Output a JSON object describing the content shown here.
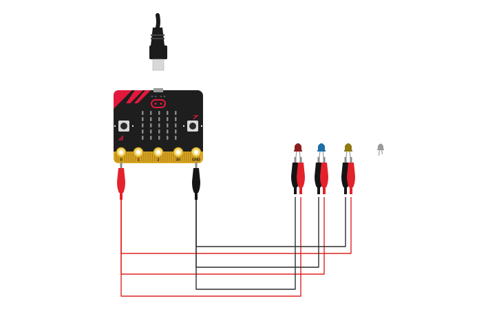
{
  "board": {
    "pin_labels": [
      "0",
      "1",
      "2",
      "3V",
      "GND"
    ]
  },
  "colors": {
    "board": "#1e1e1e",
    "board_accent": "#e2193c",
    "edge_gold": "#d9a520",
    "pad_fill": "#f3dd7a",
    "wire_red": "#e02020",
    "wire_black": "#2b2b2b",
    "clip_red": "#e3222c",
    "clip_black": "#151515",
    "led_red": "#8c1d1d",
    "led_blue": "#1e6ea8",
    "led_yellow": "#8f7a12",
    "led_white": "#9a9a9a",
    "usb_cable": "#1c1c1c",
    "usb_plug": "#d8d8d8"
  },
  "leds": [
    {
      "name": "red",
      "color_key": "led_red",
      "clipped": true
    },
    {
      "name": "blue",
      "color_key": "led_blue",
      "clipped": true
    },
    {
      "name": "yellow",
      "color_key": "led_yellow",
      "clipped": true
    },
    {
      "name": "white",
      "color_key": "led_white",
      "clipped": false
    }
  ],
  "icons": {
    "usb": "usb-cable-icon",
    "board": "microbit-board-icon",
    "led": "led-icon",
    "clip": "alligator-clip-icon"
  }
}
